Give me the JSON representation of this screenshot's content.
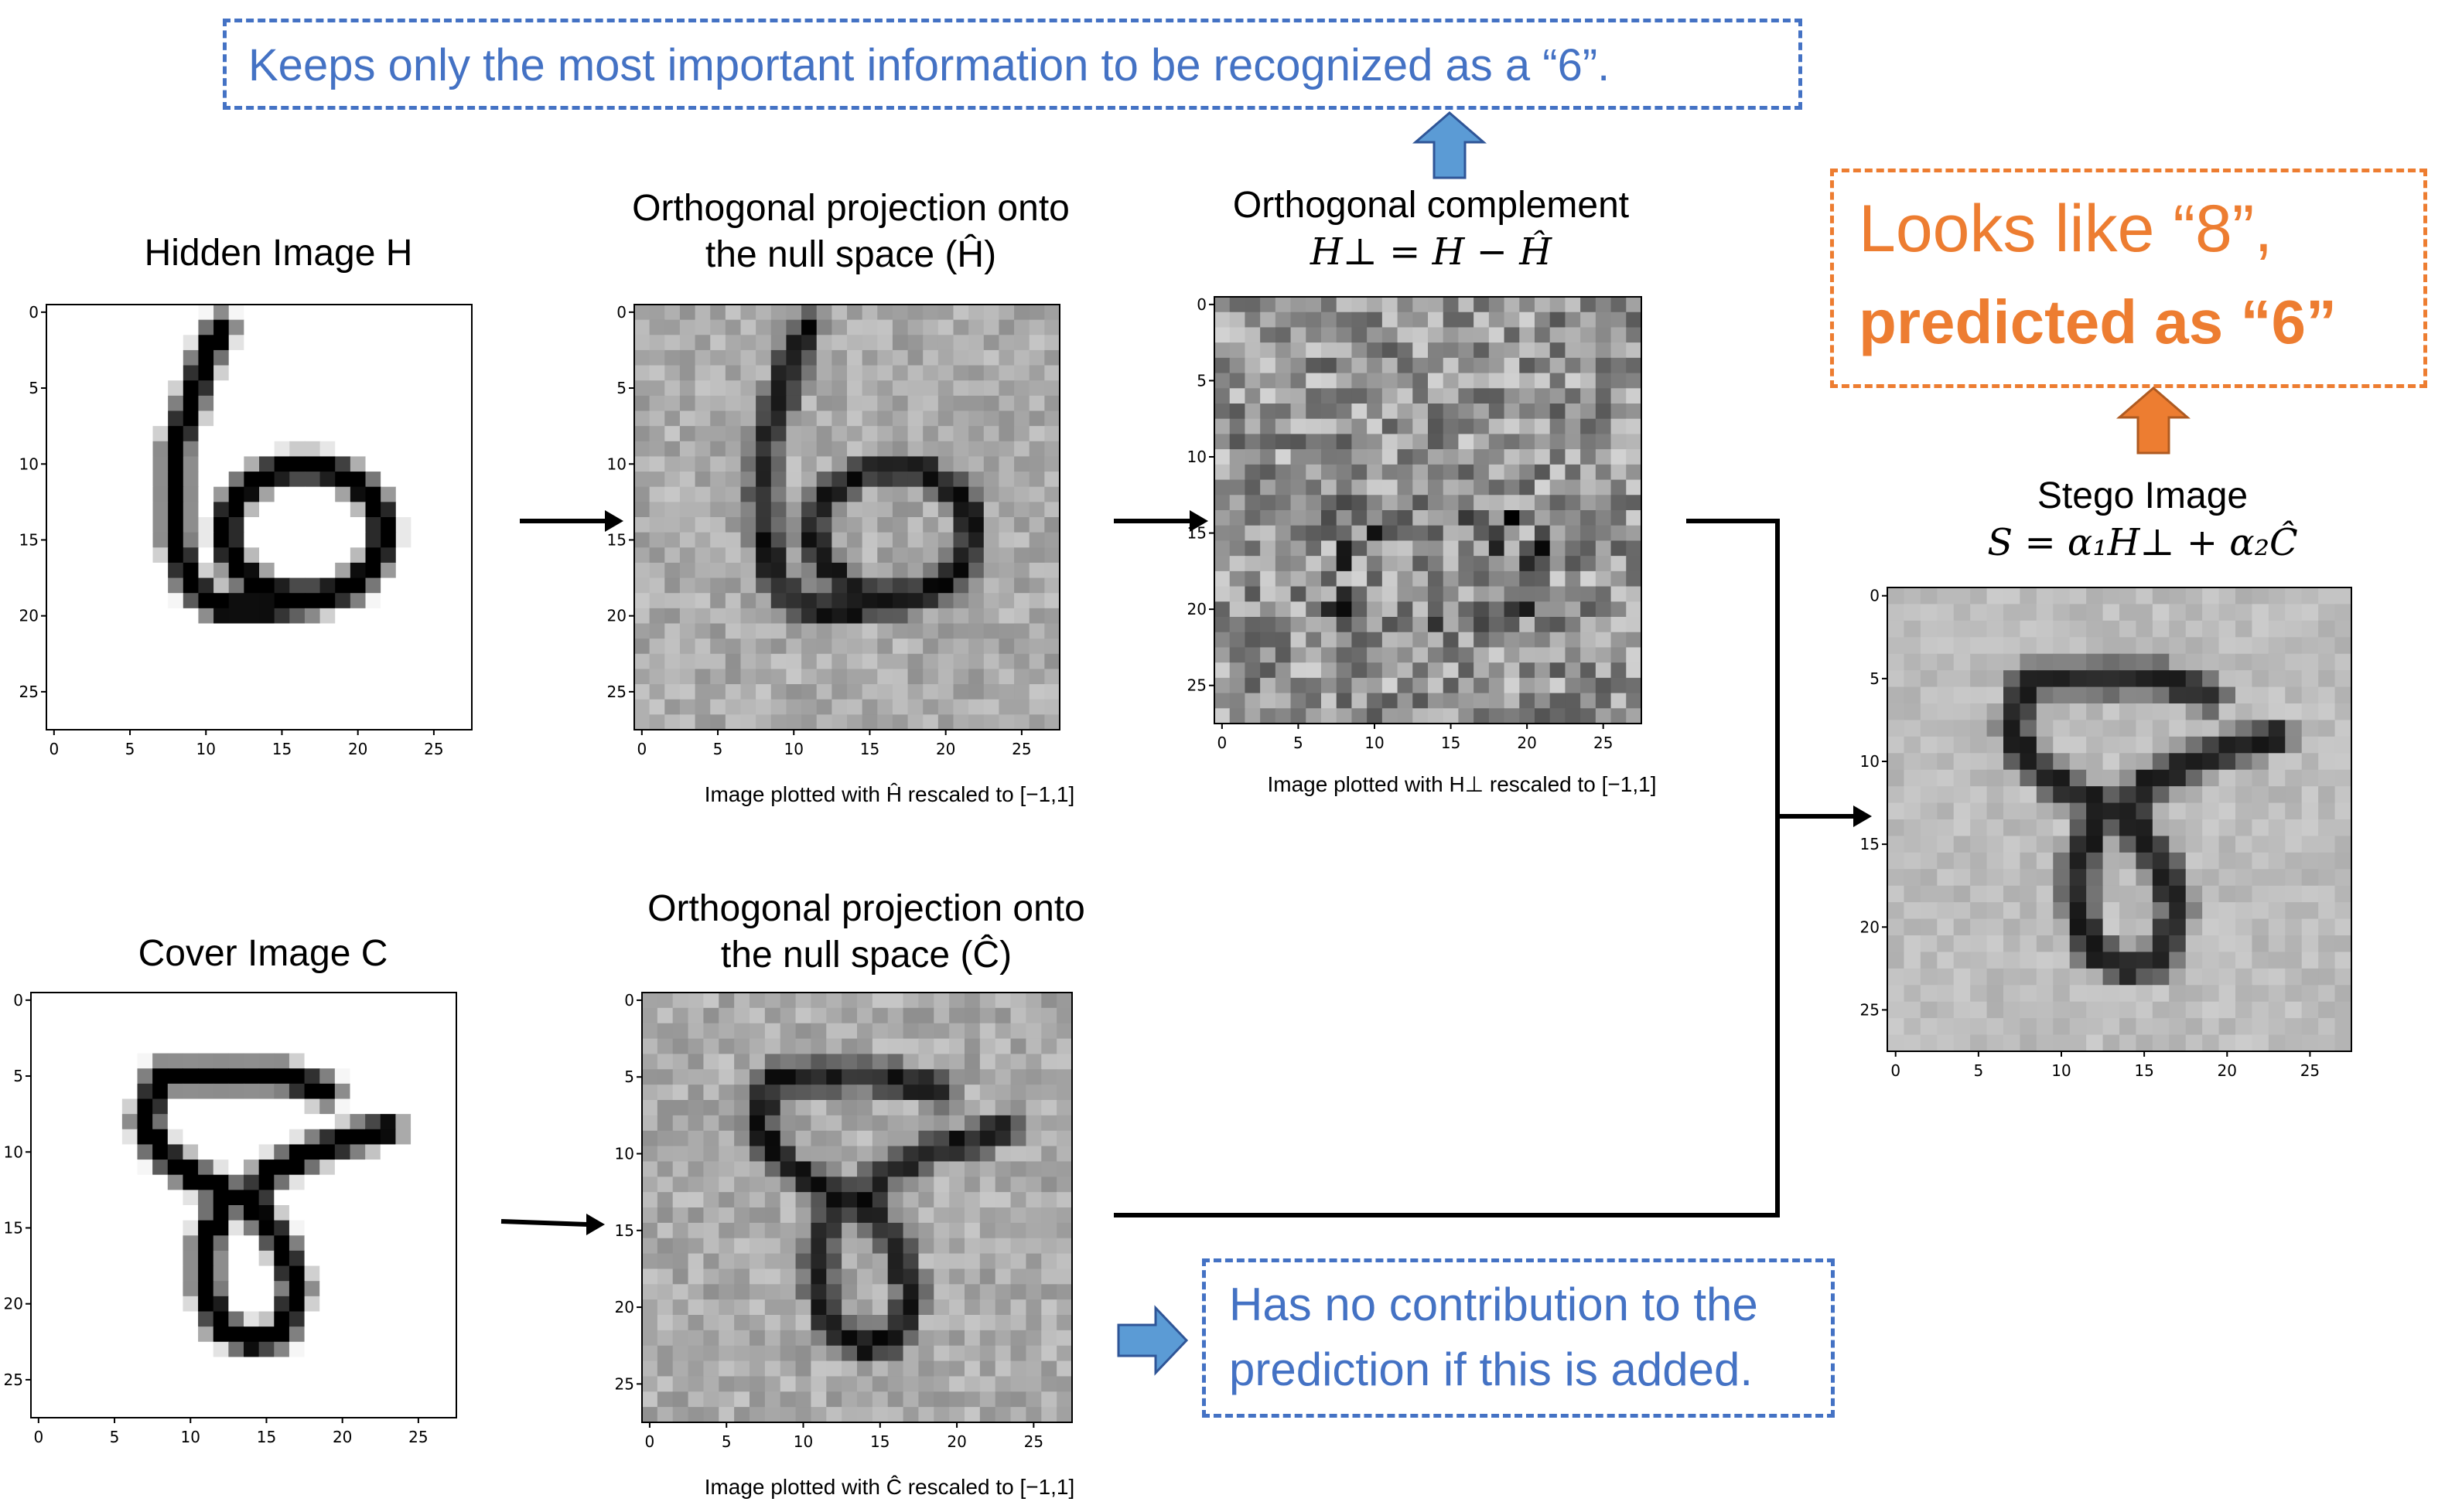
{
  "top_callout": "Keeps only the most important information to be recognized as a “6”.",
  "bottom_callout": {
    "line1": "Has no contribution to the",
    "line2": "prediction if this is added."
  },
  "prediction_callout": {
    "line1": "Looks like “8”,",
    "line2": "predicted as “6”"
  },
  "panels": {
    "hidden": {
      "title_line1": "Hidden Image H",
      "title_line2": "",
      "caption": ""
    },
    "hidden_proj": {
      "title_line1": "Orthogonal projection onto",
      "title_line2": "the null space (Ĥ)",
      "caption": "Image plotted with Ĥ rescaled to [−1,1]"
    },
    "complement": {
      "title_line1": "Orthogonal complement",
      "title_line2": "H⊥ = H − Ĥ",
      "caption": "Image plotted with H⊥ rescaled to [−1,1]"
    },
    "cover": {
      "title_line1": "Cover Image C",
      "title_line2": "",
      "caption": ""
    },
    "cover_proj": {
      "title_line1": "Orthogonal projection onto",
      "title_line2": "the null space (Ĉ)",
      "caption": "Image plotted with Ĉ rescaled to [−1,1]"
    },
    "stego": {
      "title_line1": "Stego Image",
      "title_line2": "S = α₁H⊥ + α₂Ĉ",
      "caption": ""
    }
  },
  "axis_ticks": [
    "0",
    "5",
    "10",
    "15",
    "20",
    "25"
  ],
  "colors": {
    "callout_blue": "#4472c4",
    "callout_orange": "#ed7d31",
    "arrow_blue": "#5b9bd5",
    "arrow_orange": "#ed7d31",
    "connector": "#000000"
  },
  "icons": {
    "up_arrow_blue": "up-arrow-icon",
    "up_arrow_orange": "up-arrow-icon",
    "right_arrow_blue": "right-arrow-icon"
  }
}
